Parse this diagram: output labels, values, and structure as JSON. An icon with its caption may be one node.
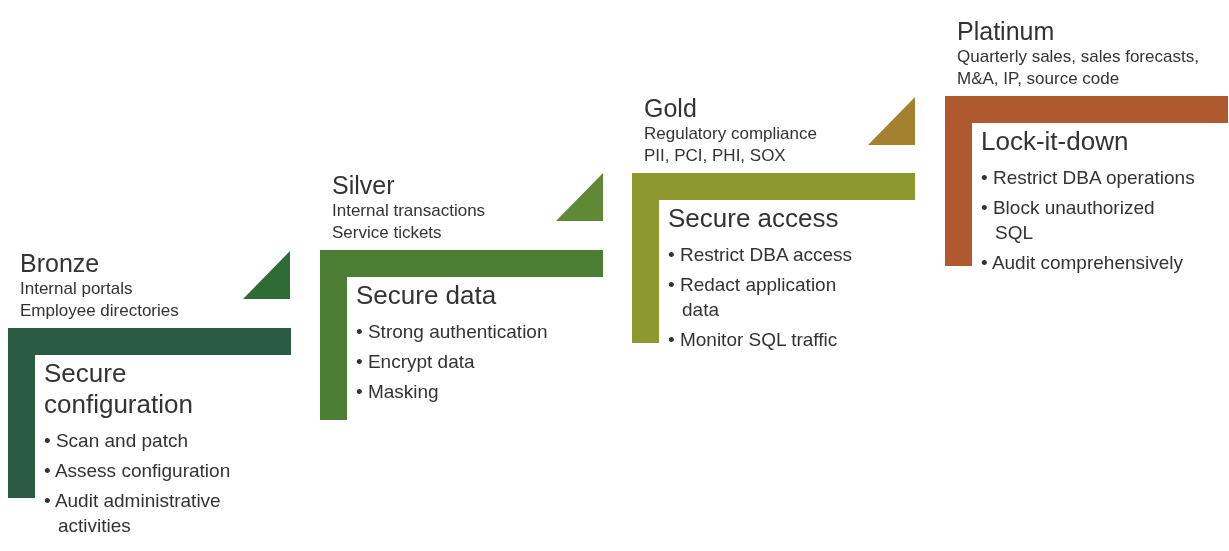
{
  "diagram": {
    "nodes": [
      {
        "text": [
          "Secure configuration",
          "• Scan and patch",
          "• Assess configuration",
          "• Audit administrative activities"
        ],
        "beside": [
          "Bronze",
          "Internal portals",
          "Employee directories"
        ]
      },
      {
        "text": [
          "Secure data",
          "• Strong authentication",
          "• Encrypt data",
          "• Masking"
        ],
        "beside": [
          "Silver",
          "Internal transactions",
          "Service tickets"
        ]
      },
      {
        "text": [
          "Secure access",
          "• Restrict DBA access",
          "• Redact application data",
          "• Monitor SQL traffic"
        ],
        "beside": [
          "Gold",
          "Regulatory compliance",
          "PII, PCI, PHI, SOX"
        ]
      },
      {
        "text": [
          "Lock-it-down",
          "• Restrict DBA operations",
          "• Block unauthorized SQL",
          "• Audit comprehensively"
        ],
        "beside": [
          "Platinum",
          "Quarterly sales, sales forecasts, M&A, IP, source code"
        ]
      }
    ]
  }
}
